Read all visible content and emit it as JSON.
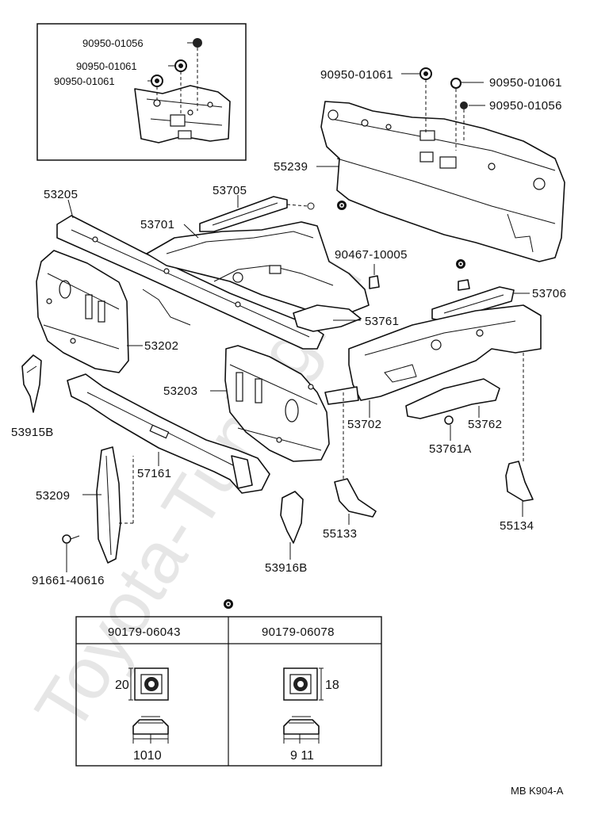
{
  "watermark": "Toyota-Tuning.ru",
  "figure_code": "MB K904-A",
  "inset_labels": [
    "90950-01056",
    "90950-01061",
    "90950-01061"
  ],
  "labels": {
    "p90950_01061_r": "90950-01061",
    "p90950_01061_r2": "90950-01061",
    "p90950_01056_r": "90950-01056",
    "p55239": "55239",
    "p53205": "53205",
    "p53705": "53705",
    "p53701": "53701",
    "p90467": "90467-10005",
    "p53706": "53706",
    "p53761": "53761",
    "p53202": "53202",
    "p53203": "53203",
    "p53702": "53702",
    "p53762": "53762",
    "p53761A": "53761A",
    "p53915B": "53915B",
    "p57161": "57161",
    "p53209": "53209",
    "p55133": "55133",
    "p55134": "55134",
    "p53916B": "53916B",
    "p91661": "91661-40616"
  },
  "clip_table": {
    "headers": [
      "90179-06043",
      "90179-06078"
    ],
    "left": {
      "height_dim": "20",
      "width_dim": "1010"
    },
    "right": {
      "height_dim": "18",
      "width_dim": "9 11"
    }
  }
}
